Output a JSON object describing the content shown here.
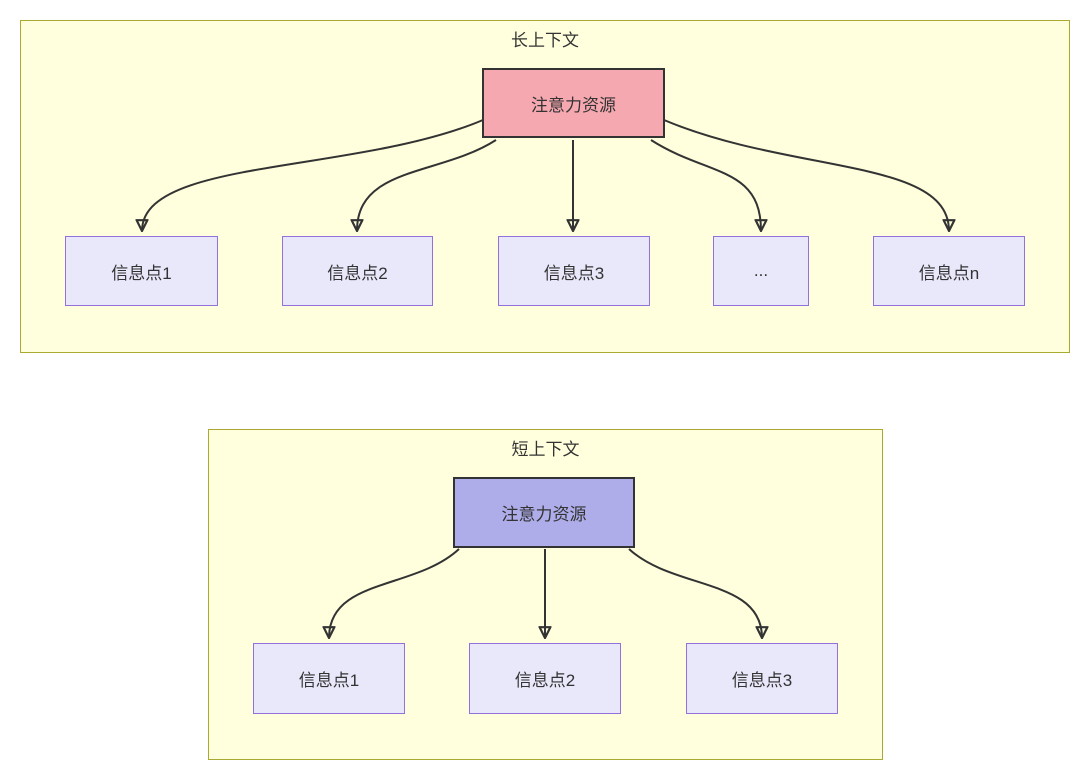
{
  "palette": {
    "cluster_fill": "#ffffde",
    "cluster_border": "#aaaa33",
    "child_node_fill": "#e9e7fa",
    "child_node_border": "#9370db",
    "root_top_fill": "#f6a8b0",
    "root_bottom_fill": "#aeadea",
    "root_border": "#333333",
    "edge_color": "#333333",
    "text_color": "#333333"
  },
  "top_diagram": {
    "title": "长上下文",
    "root": {
      "label": "注意力资源"
    },
    "children": [
      {
        "label": "信息点1"
      },
      {
        "label": "信息点2"
      },
      {
        "label": "信息点3"
      },
      {
        "label": "..."
      },
      {
        "label": "信息点n"
      }
    ]
  },
  "bottom_diagram": {
    "title": "短上下文",
    "root": {
      "label": "注意力资源"
    },
    "children": [
      {
        "label": "信息点1"
      },
      {
        "label": "信息点2"
      },
      {
        "label": "信息点3"
      }
    ]
  }
}
